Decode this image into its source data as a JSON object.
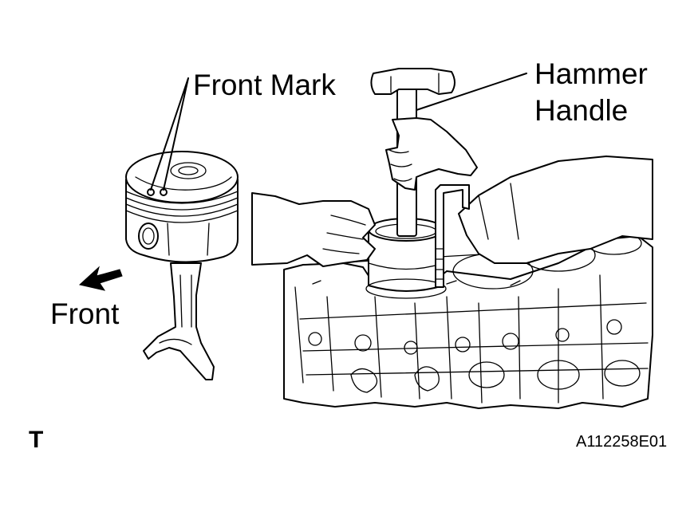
{
  "labels": {
    "front_mark": "Front Mark",
    "hammer_handle_line1": "Hammer",
    "hammer_handle_line2": "Handle",
    "front": "Front",
    "corner_mark": "T",
    "figure_code": "A112258E01"
  },
  "icons": {
    "direction_arrow": "front-direction-arrow-icon"
  },
  "colors": {
    "line": "#000000",
    "background": "#ffffff"
  }
}
